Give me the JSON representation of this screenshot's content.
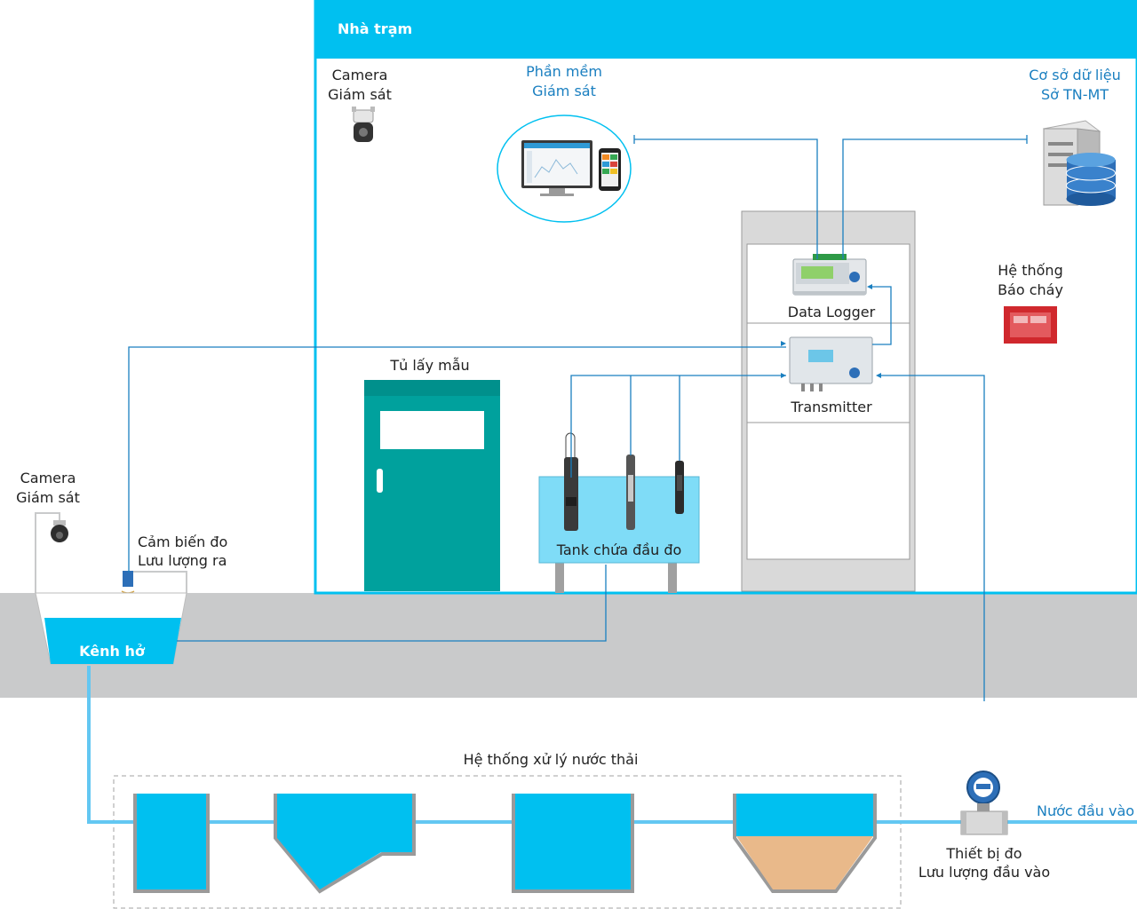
{
  "station": {
    "title": "Nhà trạm"
  },
  "station_camera": {
    "line1": "Camera",
    "line2": "Giám sát"
  },
  "software": {
    "line1": "Phần mềm",
    "line2": "Giám sát"
  },
  "database": {
    "line1": "Cơ sở dữ liệu",
    "line2": "Sở TN-MT"
  },
  "data_logger": {
    "label": "Data Logger"
  },
  "transmitter": {
    "label": "Transmitter"
  },
  "fire_alarm": {
    "line1": "Hệ thống",
    "line2": "Báo cháy"
  },
  "sampler_cabinet": {
    "label": "Tủ lấy mẫu"
  },
  "probe_tank": {
    "label": "Tank chứa đầu đo"
  },
  "outdoor_camera": {
    "line1": "Camera",
    "line2": "Giám sát"
  },
  "outflow_sensor": {
    "line1": "Cảm biến đo",
    "line2": "Lưu lượng ra"
  },
  "open_channel": {
    "label": "Kênh hở"
  },
  "treatment_system": {
    "label": "Hệ thống xử lý nước thải"
  },
  "inflow_meter": {
    "line1": "Thiết bị đo",
    "line2": "Lưu lượng đầu vào"
  },
  "inflow_water": {
    "label": "Nước đầu vào"
  },
  "colors": {
    "cyan": "#00c0f0",
    "teal_cabinet": "#00a19d",
    "ground": "#c9cacb",
    "line_blue": "#1a7fc0",
    "alarm_red": "#d0282d"
  }
}
